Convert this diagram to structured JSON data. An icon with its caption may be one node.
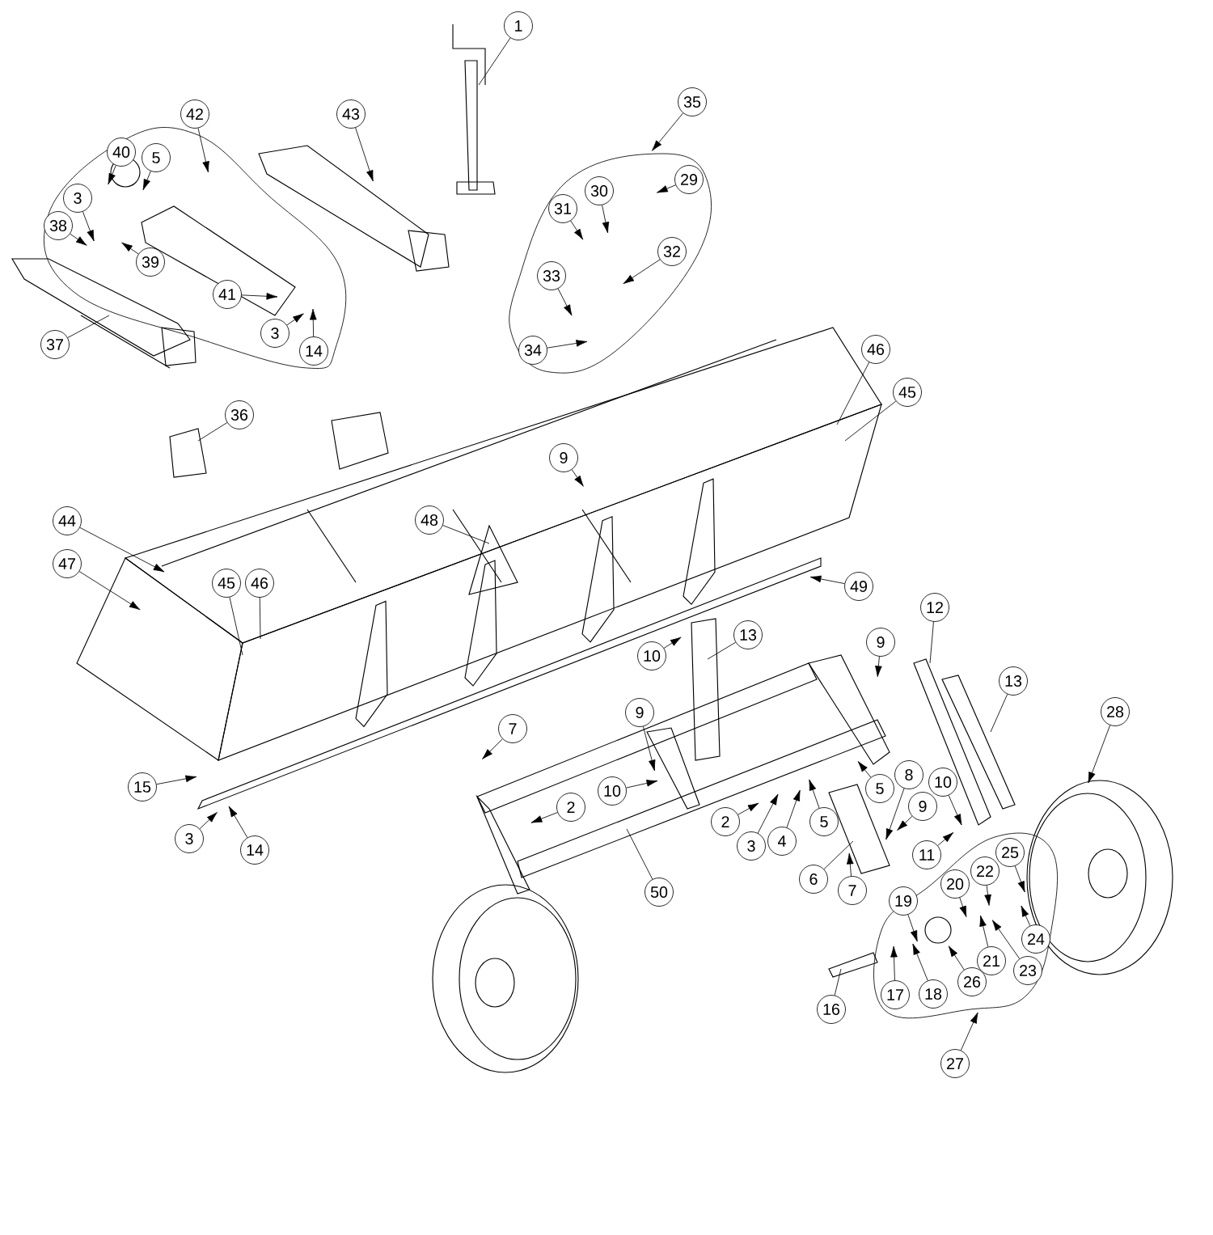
{
  "diagram": {
    "nodes": [
      {
        "text": [
          "1"
        ]
      },
      {
        "text": [
          "42"
        ]
      },
      {
        "text": [
          "43"
        ]
      },
      {
        "text": [
          "35"
        ]
      },
      {
        "text": [
          "40"
        ]
      },
      {
        "text": [
          "5"
        ]
      },
      {
        "text": [
          "3"
        ]
      },
      {
        "text": [
          "38"
        ]
      },
      {
        "text": [
          "39"
        ]
      },
      {
        "text": [
          "30"
        ]
      },
      {
        "text": [
          "29"
        ]
      },
      {
        "text": [
          "31"
        ]
      },
      {
        "text": [
          "32"
        ]
      },
      {
        "text": [
          "33"
        ]
      },
      {
        "text": [
          "41"
        ]
      },
      {
        "text": [
          "3"
        ]
      },
      {
        "text": [
          "14"
        ]
      },
      {
        "text": [
          "37"
        ]
      },
      {
        "text": [
          "34"
        ]
      },
      {
        "text": [
          "46"
        ]
      },
      {
        "text": [
          "45"
        ]
      },
      {
        "text": [
          "36"
        ]
      },
      {
        "text": [
          "9"
        ]
      },
      {
        "text": [
          "44"
        ]
      },
      {
        "text": [
          "48"
        ]
      },
      {
        "text": [
          "47"
        ]
      },
      {
        "text": [
          "45"
        ]
      },
      {
        "text": [
          "46"
        ]
      },
      {
        "text": [
          "49"
        ]
      },
      {
        "text": [
          "12"
        ]
      },
      {
        "text": [
          "13"
        ]
      },
      {
        "text": [
          "10"
        ]
      },
      {
        "text": [
          "9"
        ]
      },
      {
        "text": [
          "13"
        ]
      },
      {
        "text": [
          "9"
        ]
      },
      {
        "text": [
          "7"
        ]
      },
      {
        "text": [
          "28"
        ]
      },
      {
        "text": [
          "15"
        ]
      },
      {
        "text": [
          "10"
        ]
      },
      {
        "text": [
          "2"
        ]
      },
      {
        "text": [
          "2"
        ]
      },
      {
        "text": [
          "5"
        ]
      },
      {
        "text": [
          "8"
        ]
      },
      {
        "text": [
          "10"
        ]
      },
      {
        "text": [
          "9"
        ]
      },
      {
        "text": [
          "5"
        ]
      },
      {
        "text": [
          "3"
        ]
      },
      {
        "text": [
          "4"
        ]
      },
      {
        "text": [
          "3"
        ]
      },
      {
        "text": [
          "14"
        ]
      },
      {
        "text": [
          "11"
        ]
      },
      {
        "text": [
          "6"
        ]
      },
      {
        "text": [
          "7"
        ]
      },
      {
        "text": [
          "50"
        ]
      },
      {
        "text": [
          "25"
        ]
      },
      {
        "text": [
          "22"
        ]
      },
      {
        "text": [
          "20"
        ]
      },
      {
        "text": [
          "19"
        ]
      },
      {
        "text": [
          "24"
        ]
      },
      {
        "text": [
          "21"
        ]
      },
      {
        "text": [
          "23"
        ]
      },
      {
        "text": [
          "26"
        ]
      },
      {
        "text": [
          "17"
        ]
      },
      {
        "text": [
          "18"
        ]
      },
      {
        "text": [
          "16"
        ]
      },
      {
        "text": [
          "27"
        ]
      }
    ],
    "edges": [
      {
        "from": 0,
        "to": null,
        "arrow": "none"
      },
      {
        "from": 1,
        "to": null,
        "arrow": "to"
      },
      {
        "from": 2,
        "to": null,
        "arrow": "to"
      },
      {
        "from": 3,
        "to": null,
        "arrow": "to"
      },
      {
        "from": 4,
        "to": null,
        "arrow": "to"
      },
      {
        "from": 5,
        "to": null,
        "arrow": "to"
      },
      {
        "from": 6,
        "to": null,
        "arrow": "to"
      },
      {
        "from": 7,
        "to": null,
        "arrow": "to"
      },
      {
        "from": 8,
        "to": null,
        "arrow": "to"
      },
      {
        "from": 9,
        "to": null,
        "arrow": "to"
      },
      {
        "from": 10,
        "to": null,
        "arrow": "to"
      },
      {
        "from": 11,
        "to": null,
        "arrow": "to"
      },
      {
        "from": 12,
        "to": null,
        "arrow": "to"
      },
      {
        "from": 13,
        "to": null,
        "arrow": "to"
      },
      {
        "from": 14,
        "to": null,
        "arrow": "to"
      },
      {
        "from": 15,
        "to": null,
        "arrow": "to"
      },
      {
        "from": 16,
        "to": null,
        "arrow": "to"
      },
      {
        "from": 17,
        "to": null,
        "arrow": "none"
      },
      {
        "from": 18,
        "to": null,
        "arrow": "to"
      },
      {
        "from": 19,
        "to": null,
        "arrow": "none"
      },
      {
        "from": 20,
        "to": null,
        "arrow": "none"
      },
      {
        "from": 21,
        "to": null,
        "arrow": "none"
      },
      {
        "from": 22,
        "to": null,
        "arrow": "to"
      },
      {
        "from": 23,
        "to": null,
        "arrow": "to"
      },
      {
        "from": 24,
        "to": null,
        "arrow": "none"
      },
      {
        "from": 25,
        "to": null,
        "arrow": "to"
      },
      {
        "from": 26,
        "to": null,
        "arrow": "none"
      },
      {
        "from": 27,
        "to": null,
        "arrow": "none"
      },
      {
        "from": 28,
        "to": null,
        "arrow": "to"
      },
      {
        "from": 29,
        "to": null,
        "arrow": "none"
      },
      {
        "from": 30,
        "to": null,
        "arrow": "none"
      },
      {
        "from": 31,
        "to": null,
        "arrow": "to"
      },
      {
        "from": 32,
        "to": null,
        "arrow": "to"
      },
      {
        "from": 33,
        "to": null,
        "arrow": "none"
      },
      {
        "from": 34,
        "to": null,
        "arrow": "to"
      },
      {
        "from": 35,
        "to": null,
        "arrow": "to"
      },
      {
        "from": 36,
        "to": null,
        "arrow": "to"
      },
      {
        "from": 37,
        "to": null,
        "arrow": "to"
      },
      {
        "from": 38,
        "to": null,
        "arrow": "to"
      },
      {
        "from": 39,
        "to": null,
        "arrow": "to"
      },
      {
        "from": 40,
        "to": null,
        "arrow": "to"
      },
      {
        "from": 41,
        "to": null,
        "arrow": "to"
      },
      {
        "from": 42,
        "to": null,
        "arrow": "to"
      },
      {
        "from": 43,
        "to": null,
        "arrow": "to"
      },
      {
        "from": 44,
        "to": null,
        "arrow": "to"
      },
      {
        "from": 45,
        "to": null,
        "arrow": "to"
      },
      {
        "from": 46,
        "to": null,
        "arrow": "to"
      },
      {
        "from": 47,
        "to": null,
        "arrow": "to"
      },
      {
        "from": 48,
        "to": null,
        "arrow": "to"
      },
      {
        "from": 49,
        "to": null,
        "arrow": "to"
      },
      {
        "from": 50,
        "to": null,
        "arrow": "to"
      },
      {
        "from": 51,
        "to": null,
        "arrow": "none"
      },
      {
        "from": 52,
        "to": null,
        "arrow": "to"
      },
      {
        "from": 53,
        "to": null,
        "arrow": "none"
      },
      {
        "from": 54,
        "to": null,
        "arrow": "to"
      },
      {
        "from": 55,
        "to": null,
        "arrow": "to"
      },
      {
        "from": 56,
        "to": null,
        "arrow": "to"
      },
      {
        "from": 57,
        "to": null,
        "arrow": "to"
      },
      {
        "from": 58,
        "to": null,
        "arrow": "to"
      },
      {
        "from": 59,
        "to": null,
        "arrow": "to"
      },
      {
        "from": 60,
        "to": null,
        "arrow": "to"
      },
      {
        "from": 61,
        "to": null,
        "arrow": "to"
      },
      {
        "from": 62,
        "to": null,
        "arrow": "to"
      },
      {
        "from": 63,
        "to": null,
        "arrow": "to"
      },
      {
        "from": 64,
        "to": null,
        "arrow": "none"
      },
      {
        "from": 65,
        "to": null,
        "arrow": "to"
      }
    ]
  }
}
